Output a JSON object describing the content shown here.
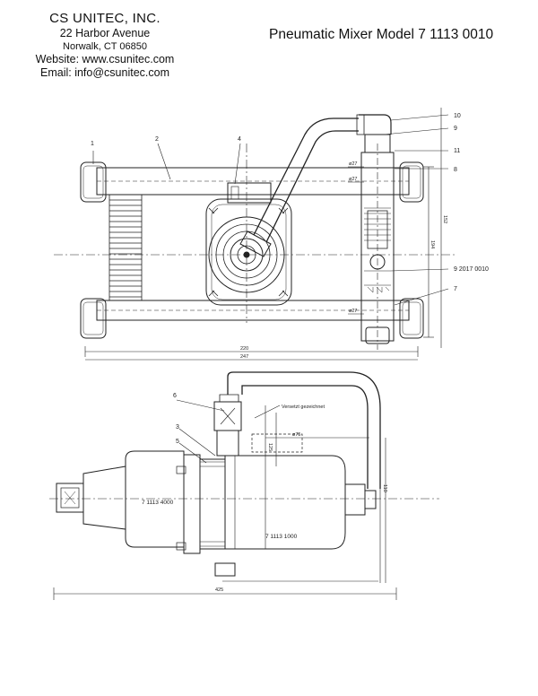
{
  "header": {
    "company": "CS UNITEC, INC.",
    "address": "22 Harbor Avenue",
    "city": "Norwalk, CT 06850",
    "website": "Website: www.csunitec.com",
    "email": "Email: info@csunitec.com",
    "title": "Pneumatic Mixer Model 7 1113 0010"
  },
  "callouts": {
    "n1": "1",
    "n2": "2",
    "n3": "3",
    "n4": "4",
    "n5": "5",
    "n6": "6",
    "n7": "7",
    "n8": "8",
    "n9": "9",
    "n10": "10",
    "n11": "11",
    "part_ref": "9 2017 0010"
  },
  "dimensions": {
    "d27a": "ø27",
    "d27b": "ø27",
    "d27c": "ø27",
    "w_inner": "220",
    "w_outer": "247",
    "h_top": "194",
    "h_side": "152",
    "d75": "ø75",
    "d125": "125",
    "d110": "110",
    "w_bottom": "425"
  },
  "labels": {
    "offset_note": "Versetzt gezeichnet",
    "motor_a": "7 1113 4000",
    "motor_b": "7 1113 1000"
  }
}
